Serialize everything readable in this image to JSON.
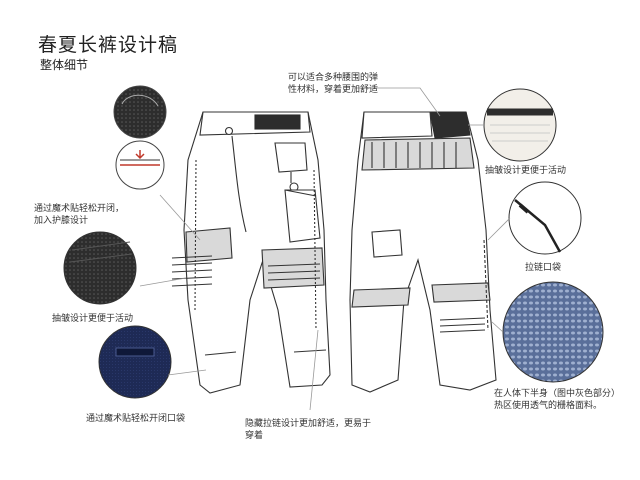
{
  "title": "春夏长裤设计稿",
  "subtitle": "整体细节",
  "callouts": {
    "elastic_waist": [
      "可以适合多种腰围的弹",
      "性材料，穿着更加舒适"
    ],
    "velcro_knee": [
      "通过魔术贴轻松开闭，",
      "加入护膝设计"
    ],
    "pleat_left": "抽皱设计更便于活动",
    "velcro_pocket": "通过魔术贴轻松开闭口袋",
    "hidden_zip": [
      "隐藏拉链设计更加舒适，更易于",
      "穿着"
    ],
    "pleat_right": "抽皱设计更便于活动",
    "zip_pocket": "拉链口袋",
    "mesh_fabric": [
      "在人体下半身（图中灰色部分）",
      "热区使用透气的栅格面料。"
    ]
  },
  "colors": {
    "line": "#333333",
    "gray_panel": "#d9d9d9",
    "dark_detail": "#2d2d2d",
    "navy_detail": "#1e2a55",
    "mesh_blue": "#5a6f9a",
    "leader": "#999999"
  }
}
